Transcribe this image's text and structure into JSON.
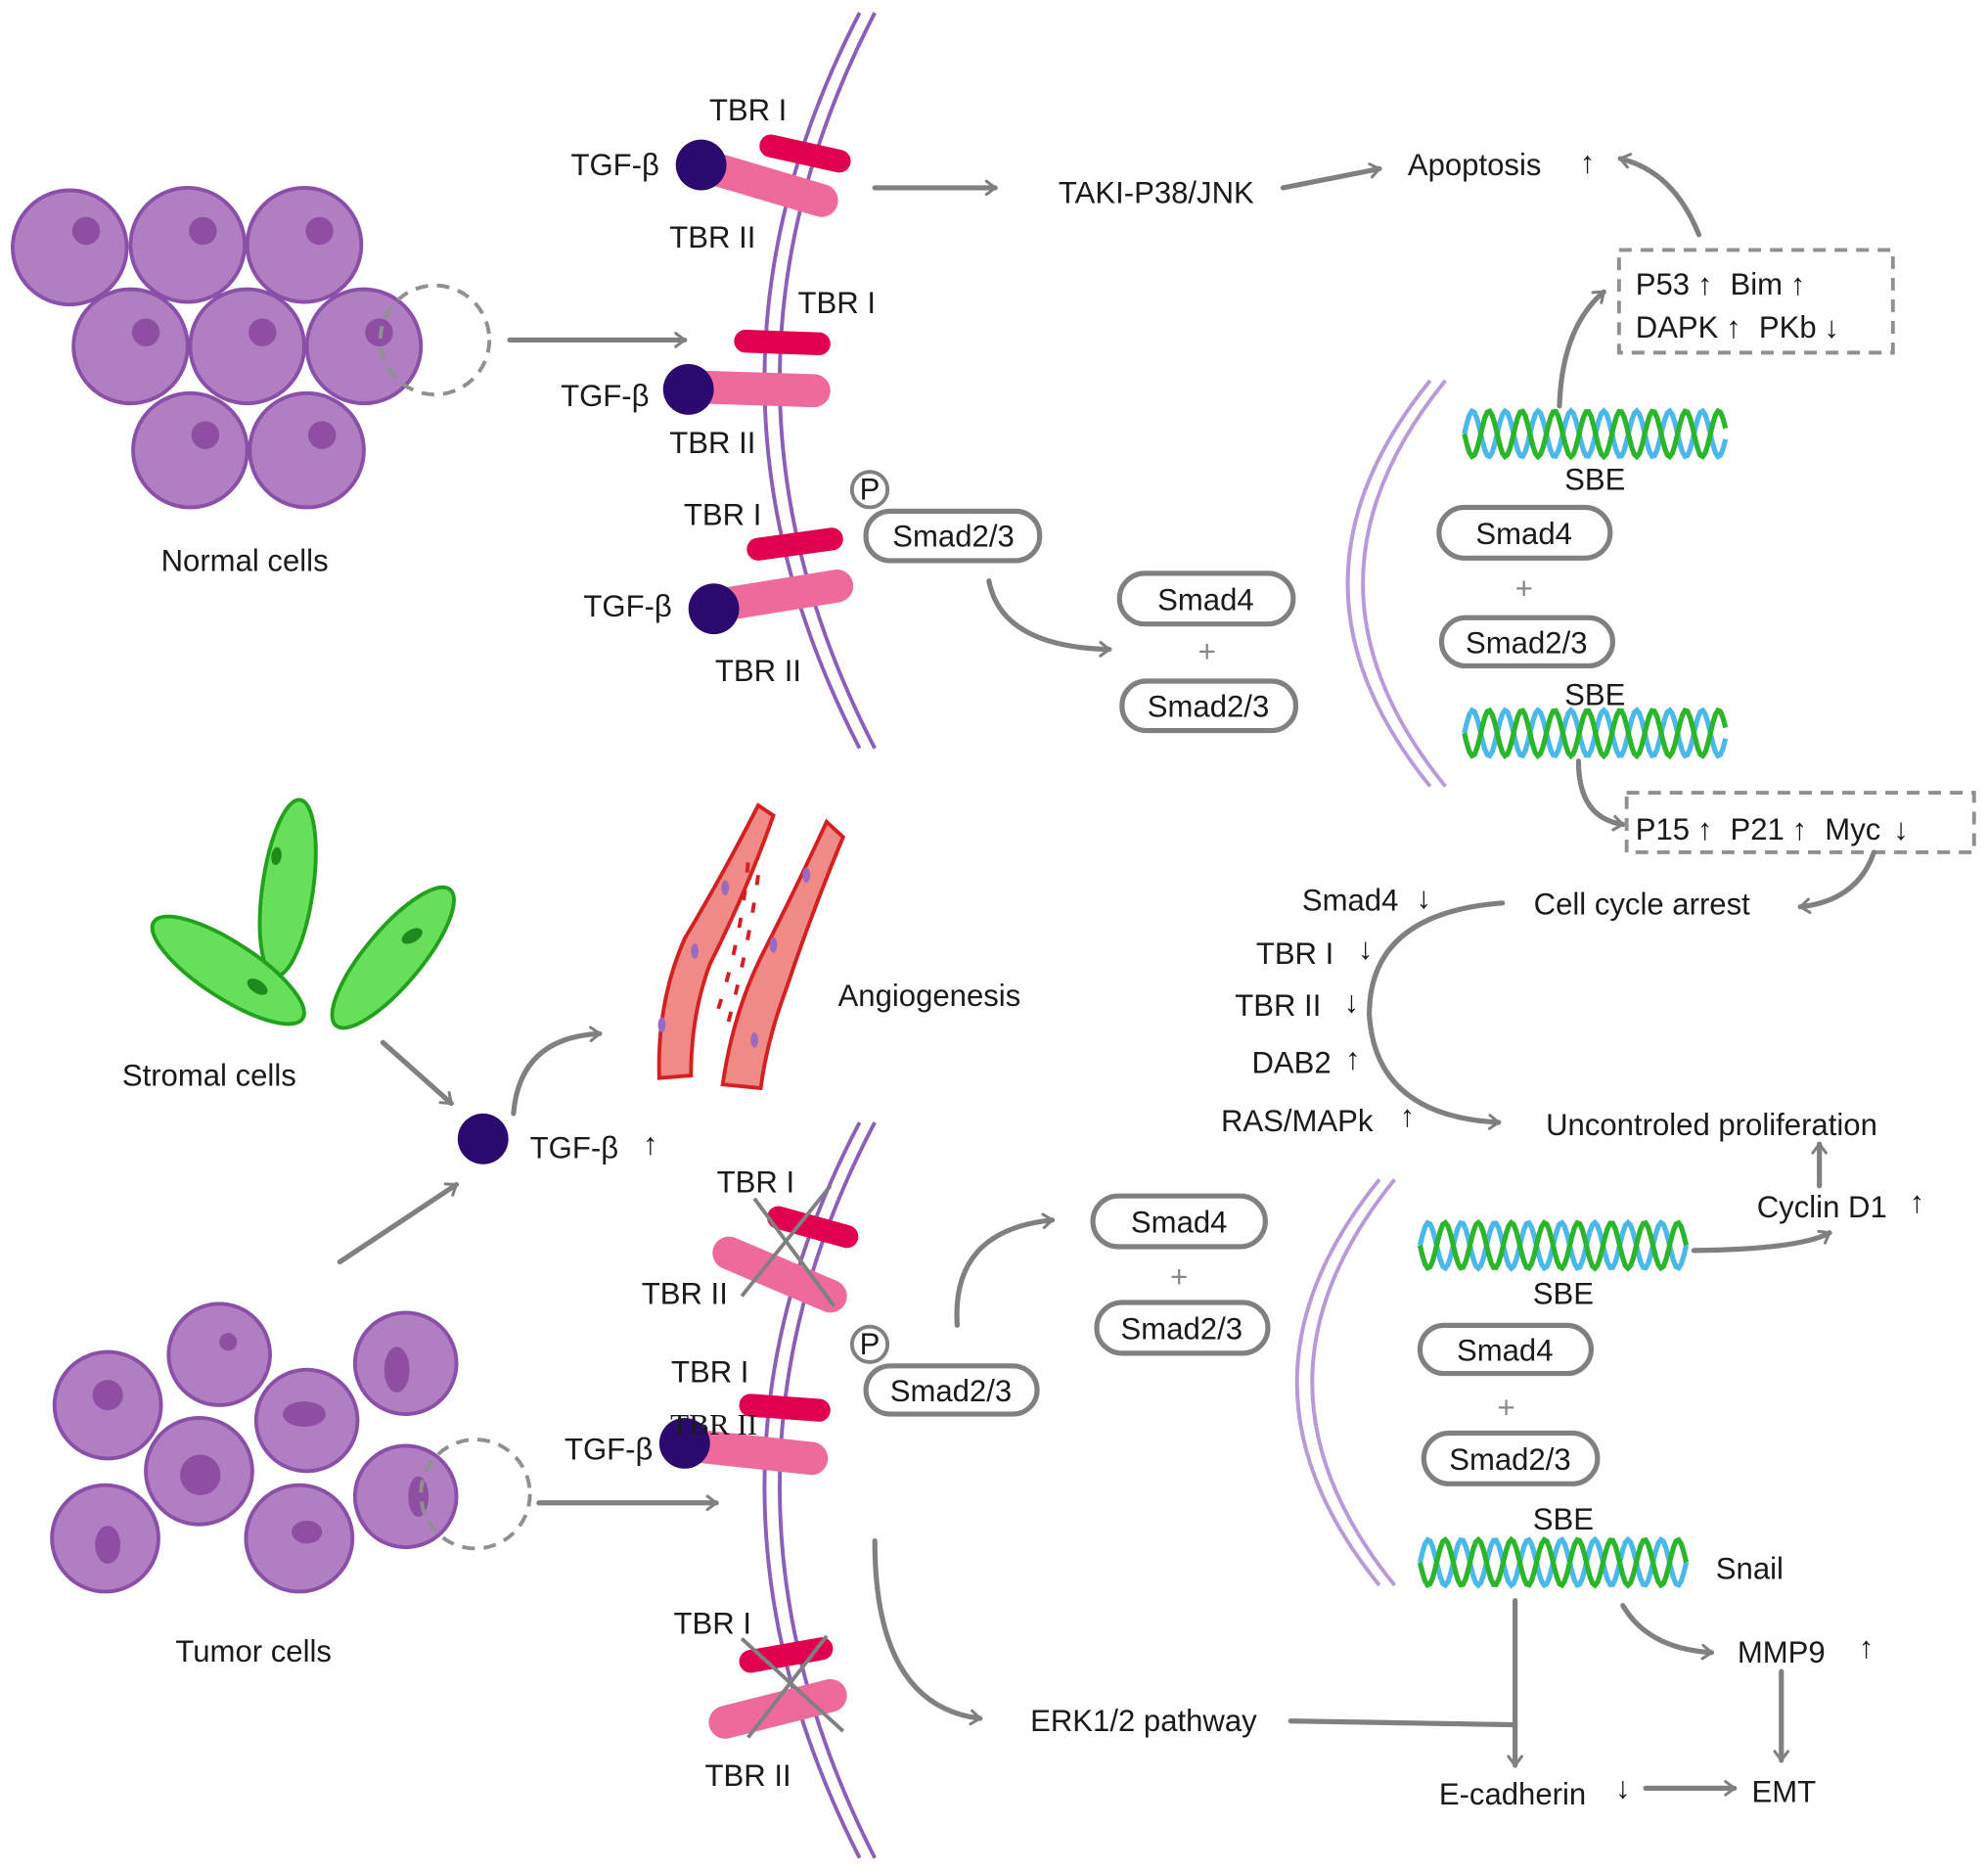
{
  "normal_cells": {
    "label": "Normal cells"
  },
  "tumor_cells": {
    "label": "Tumor cells"
  },
  "stromal_cells": {
    "label": "Stromal cells"
  },
  "angiogenesis": {
    "label": "Angiogenesis"
  },
  "tgf_beta": "TGF-β",
  "tbr1": "TBR I",
  "tbr2": "TBR II",
  "tbr2_roman": "TBR II",
  "up": "↑",
  "down": "↓",
  "phospho": "P",
  "smad4": "Smad4",
  "smad23": "Smad2/3",
  "plus": "+",
  "sbe": "SBE",
  "taki": "TAKI-P38/JNK",
  "apoptosis": "Apoptosis",
  "apoptosis_genes": {
    "p53": "P53",
    "bim": "Bim",
    "dapk": "DAPK",
    "pkb": "PKb"
  },
  "cycle_genes": {
    "p15": "P15",
    "p21": "P21",
    "myc": "Myc"
  },
  "cell_cycle_arrest": "Cell cycle arrest",
  "changes": {
    "smad4": "Smad4",
    "tbr1": "TBR I",
    "tbr2": "TBR II",
    "dab2": "DAB2",
    "ras": "RAS/MAPk"
  },
  "uncontrolled": "Uncontroled proliferation",
  "cyclin": "Cyclin D1",
  "snail": "Snail",
  "mmp9": "MMP9",
  "erk": "ERK1/2 pathway",
  "ecadherin": "E-cadherin",
  "emt": "EMT",
  "colors": {
    "receptor_I": "#e0004d",
    "receptor_II": "#ee6a9a",
    "ligand": "#2a0a6e",
    "cell": "#b07fc2",
    "stroma": "#66e05a",
    "dna_green": "#2bb52b",
    "dna_blue": "#4ab8e8",
    "vessel": "#f08080"
  }
}
